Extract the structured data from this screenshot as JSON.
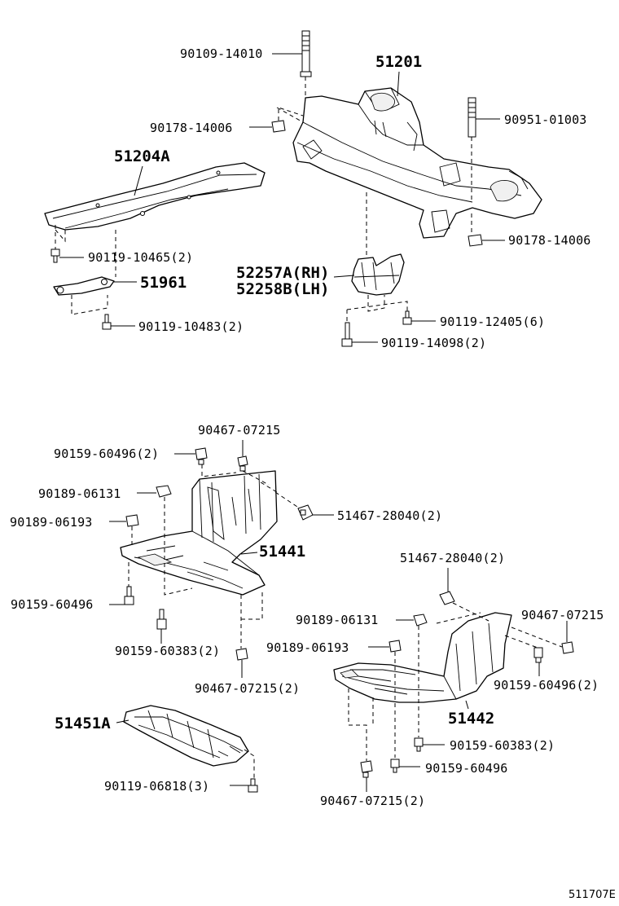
{
  "labels": {
    "p51201": "51201",
    "p90109_14010": "90109-14010",
    "p90178_14006_a": "90178-14006",
    "p90951_01003": "90951-01003",
    "p90178_14006_b": "90178-14006",
    "p51204A": "51204A",
    "p90119_10465": "90119-10465(2)",
    "p51961": "51961",
    "p90119_10483": "90119-10483(2)",
    "p52257A": "52257A(RH)",
    "p52258B": "52258B(LH)",
    "p90119_12405": "90119-12405(6)",
    "p90119_14098": "90119-14098(2)",
    "p90467_07215_a": "90467-07215",
    "p90159_60496_a": "90159-60496(2)",
    "p90189_06131_a": "90189-06131",
    "p90189_06193_a": "90189-06193",
    "p51467_28040_a": "51467-28040(2)",
    "p51441": "51441",
    "p90159_60496_b": "90159-60496",
    "p90159_60383_a": "90159-60383(2)",
    "p90467_07215_b": "90467-07215(2)",
    "p51467_28040_b": "51467-28040(2)",
    "p90189_06131_b": "90189-06131",
    "p90467_07215_c": "90467-07215",
    "p90189_06193_b": "90189-06193",
    "p90159_60496_c": "90159-60496(2)",
    "p51442": "51442",
    "p51451A": "51451A",
    "p90159_60383_b": "90159-60383(2)",
    "p90159_60496_d": "90159-60496",
    "p90119_06818": "90119-06818(3)",
    "p90467_07215_d": "90467-07215(2)",
    "diagram_code": "511707E"
  }
}
